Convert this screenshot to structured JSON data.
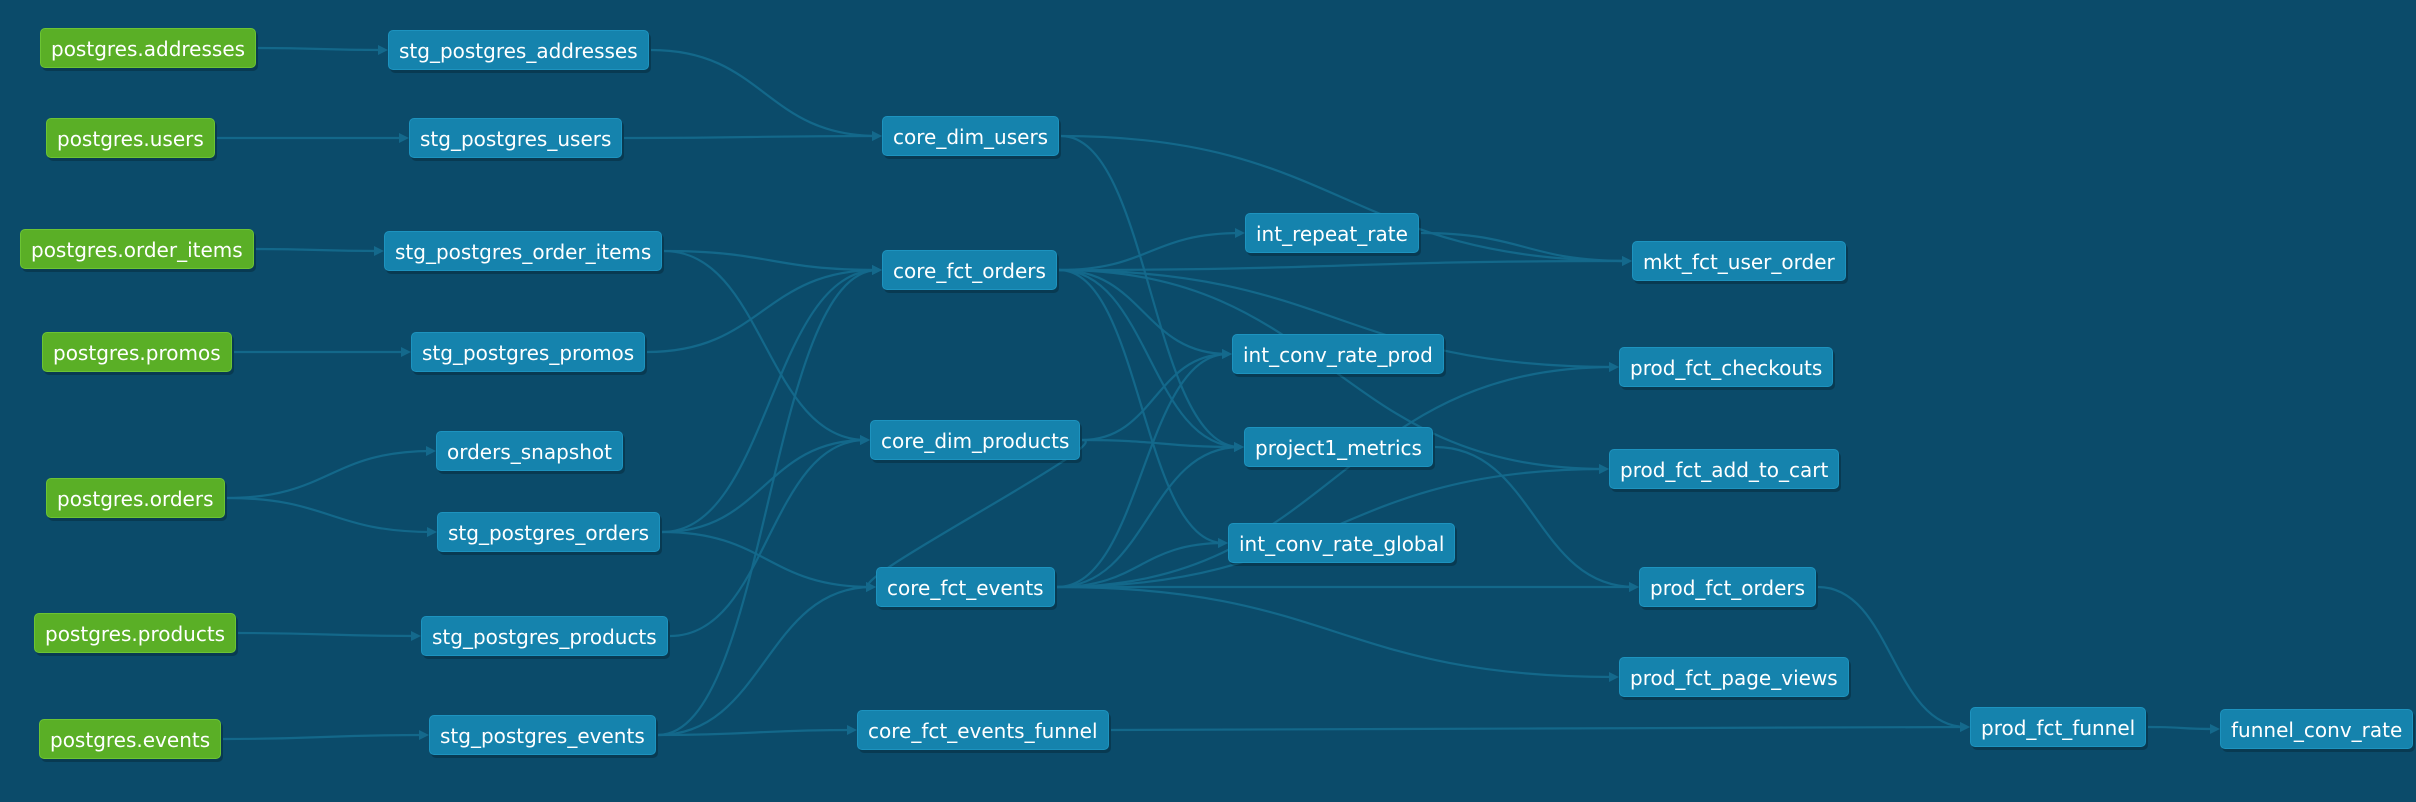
{
  "colors": {
    "background": "#0b4b6a",
    "source_node": "#5aaf26",
    "model_node": "#1583ad",
    "edge": "#14698c"
  },
  "nodes": [
    {
      "id": "src_addresses",
      "label": "postgres.addresses",
      "kind": "source"
    },
    {
      "id": "src_users",
      "label": "postgres.users",
      "kind": "source"
    },
    {
      "id": "src_order_items",
      "label": "postgres.order_items",
      "kind": "source"
    },
    {
      "id": "src_promos",
      "label": "postgres.promos",
      "kind": "source"
    },
    {
      "id": "src_orders",
      "label": "postgres.orders",
      "kind": "source"
    },
    {
      "id": "src_products",
      "label": "postgres.products",
      "kind": "source"
    },
    {
      "id": "src_events",
      "label": "postgres.events",
      "kind": "source"
    },
    {
      "id": "stg_addresses",
      "label": "stg_postgres_addresses",
      "kind": "model"
    },
    {
      "id": "stg_users",
      "label": "stg_postgres_users",
      "kind": "model"
    },
    {
      "id": "stg_order_items",
      "label": "stg_postgres_order_items",
      "kind": "model"
    },
    {
      "id": "stg_promos",
      "label": "stg_postgres_promos",
      "kind": "model"
    },
    {
      "id": "orders_snapshot",
      "label": "orders_snapshot",
      "kind": "model"
    },
    {
      "id": "stg_orders",
      "label": "stg_postgres_orders",
      "kind": "model"
    },
    {
      "id": "stg_products",
      "label": "stg_postgres_products",
      "kind": "model"
    },
    {
      "id": "stg_events",
      "label": "stg_postgres_events",
      "kind": "model"
    },
    {
      "id": "core_dim_users",
      "label": "core_dim_users",
      "kind": "model"
    },
    {
      "id": "core_fct_orders",
      "label": "core_fct_orders",
      "kind": "model"
    },
    {
      "id": "core_dim_products",
      "label": "core_dim_products",
      "kind": "model"
    },
    {
      "id": "core_fct_events",
      "label": "core_fct_events",
      "kind": "model"
    },
    {
      "id": "core_fct_events_funnel",
      "label": "core_fct_events_funnel",
      "kind": "model"
    },
    {
      "id": "int_repeat_rate",
      "label": "int_repeat_rate",
      "kind": "model"
    },
    {
      "id": "int_conv_rate_prod",
      "label": "int_conv_rate_prod",
      "kind": "model"
    },
    {
      "id": "project1_metrics",
      "label": "project1_metrics",
      "kind": "model"
    },
    {
      "id": "int_conv_rate_global",
      "label": "int_conv_rate_global",
      "kind": "model"
    },
    {
      "id": "mkt_fct_user_order",
      "label": "mkt_fct_user_order",
      "kind": "model"
    },
    {
      "id": "prod_fct_checkouts",
      "label": "prod_fct_checkouts",
      "kind": "model"
    },
    {
      "id": "prod_fct_add_to_cart",
      "label": "prod_fct_add_to_cart",
      "kind": "model"
    },
    {
      "id": "prod_fct_orders",
      "label": "prod_fct_orders",
      "kind": "model"
    },
    {
      "id": "prod_fct_page_views",
      "label": "prod_fct_page_views",
      "kind": "model"
    },
    {
      "id": "prod_fct_funnel",
      "label": "prod_fct_funnel",
      "kind": "model"
    },
    {
      "id": "funnel_conv_rate",
      "label": "funnel_conv_rate",
      "kind": "model"
    }
  ],
  "edges": [
    [
      "src_addresses",
      "stg_addresses"
    ],
    [
      "src_users",
      "stg_users"
    ],
    [
      "src_order_items",
      "stg_order_items"
    ],
    [
      "src_promos",
      "stg_promos"
    ],
    [
      "src_orders",
      "orders_snapshot"
    ],
    [
      "src_orders",
      "stg_orders"
    ],
    [
      "src_products",
      "stg_products"
    ],
    [
      "src_events",
      "stg_events"
    ],
    [
      "stg_addresses",
      "core_dim_users"
    ],
    [
      "stg_users",
      "core_dim_users"
    ],
    [
      "stg_order_items",
      "core_fct_orders"
    ],
    [
      "stg_order_items",
      "core_dim_products"
    ],
    [
      "stg_promos",
      "core_fct_orders"
    ],
    [
      "stg_orders",
      "core_fct_orders"
    ],
    [
      "stg_orders",
      "core_dim_products"
    ],
    [
      "stg_orders",
      "core_fct_events"
    ],
    [
      "stg_products",
      "core_dim_products"
    ],
    [
      "stg_events",
      "core_fct_orders"
    ],
    [
      "stg_events",
      "core_fct_events"
    ],
    [
      "stg_events",
      "core_fct_events_funnel"
    ],
    [
      "core_dim_users",
      "mkt_fct_user_order"
    ],
    [
      "core_dim_users",
      "project1_metrics"
    ],
    [
      "core_fct_orders",
      "int_repeat_rate"
    ],
    [
      "core_fct_orders",
      "mkt_fct_user_order"
    ],
    [
      "core_fct_orders",
      "int_conv_rate_prod"
    ],
    [
      "core_fct_orders",
      "project1_metrics"
    ],
    [
      "core_fct_orders",
      "int_conv_rate_global"
    ],
    [
      "core_fct_orders",
      "prod_fct_checkouts"
    ],
    [
      "core_fct_orders",
      "prod_fct_add_to_cart"
    ],
    [
      "core_dim_products",
      "int_conv_rate_prod"
    ],
    [
      "core_dim_products",
      "project1_metrics"
    ],
    [
      "core_dim_products",
      "core_fct_events"
    ],
    [
      "core_fct_events",
      "int_conv_rate_prod"
    ],
    [
      "core_fct_events",
      "project1_metrics"
    ],
    [
      "core_fct_events",
      "int_conv_rate_global"
    ],
    [
      "core_fct_events",
      "prod_fct_orders"
    ],
    [
      "core_fct_events",
      "prod_fct_page_views"
    ],
    [
      "core_fct_events",
      "prod_fct_checkouts"
    ],
    [
      "core_fct_events",
      "prod_fct_add_to_cart"
    ],
    [
      "core_fct_events_funnel",
      "prod_fct_funnel"
    ],
    [
      "int_repeat_rate",
      "mkt_fct_user_order"
    ],
    [
      "project1_metrics",
      "prod_fct_orders"
    ],
    [
      "prod_fct_orders",
      "prod_fct_funnel"
    ],
    [
      "prod_fct_funnel",
      "funnel_conv_rate"
    ]
  ]
}
